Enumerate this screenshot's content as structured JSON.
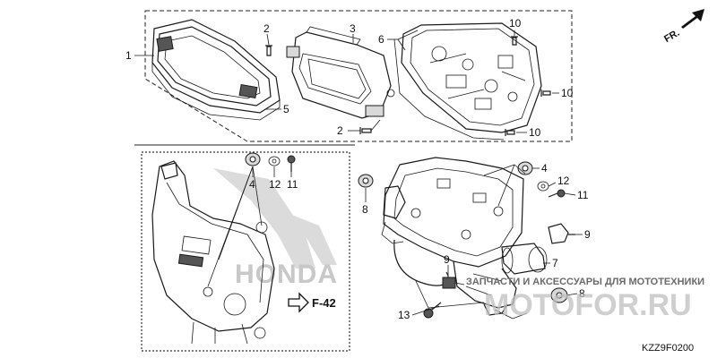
{
  "diagram": {
    "direction_label": "FR.",
    "reference_label": "F-42",
    "diagram_code": "KZZ9F0200",
    "watermark_text": "ЗАПЧАСТИ И АКСЕССУАРЫ ДЛЯ МОТОТЕХНИКИ",
    "watermark_site": "MOTOFOR.RU",
    "inset_brand": "HONDA",
    "callouts": [
      "1",
      "2",
      "3",
      "5",
      "6",
      "10",
      "10",
      "10",
      "2",
      "4",
      "12",
      "11",
      "4",
      "12",
      "11",
      "8",
      "9",
      "9",
      "7",
      "8",
      "13"
    ]
  }
}
